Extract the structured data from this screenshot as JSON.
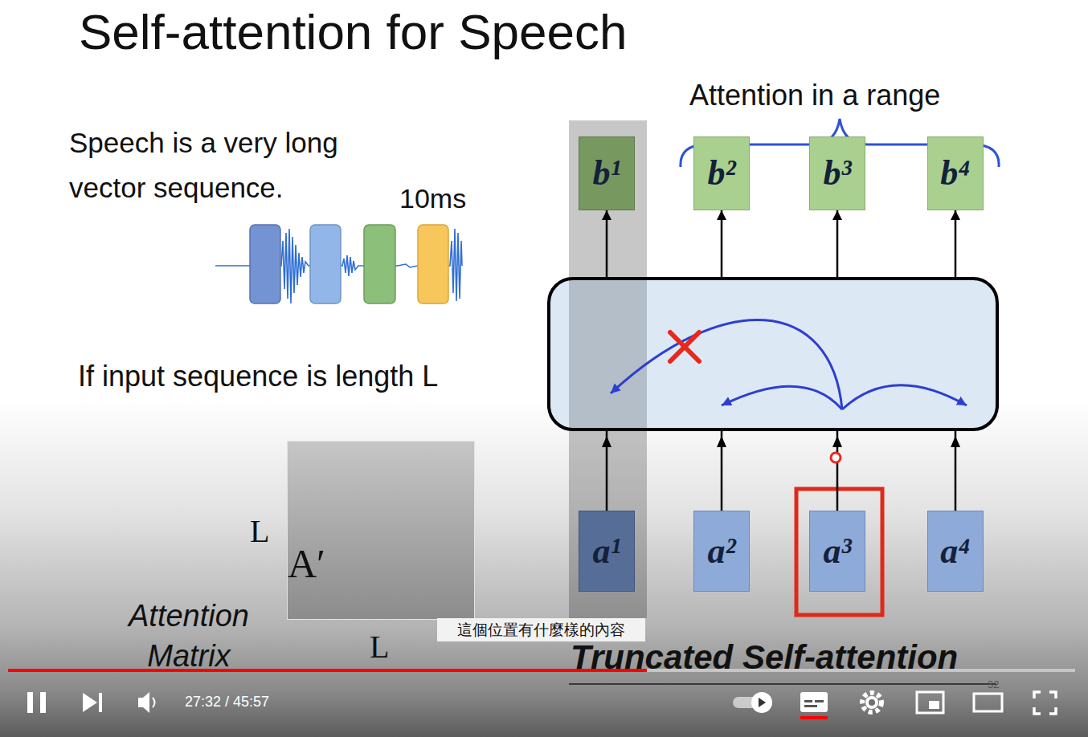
{
  "diagram": {
    "title": "Self-attention for Speech",
    "nodes": [
      {
        "text": [
          "b¹"
        ]
      },
      {
        "text": [
          "b²"
        ]
      },
      {
        "text": [
          "b³"
        ]
      },
      {
        "text": [
          "b⁴"
        ]
      },
      {
        "text": [
          "A′"
        ]
      },
      {
        "text": [
          "a¹"
        ]
      },
      {
        "text": [
          "a²"
        ]
      },
      {
        "text": [
          "a³"
        ]
      },
      {
        "text": [
          "a⁴"
        ]
      },
      {
        "text": [
          "這個位置有什麼樣的內容"
        ]
      }
    ],
    "edges": [
      {
        "from": 5,
        "to": 0,
        "arrow": "to"
      },
      {
        "from": 6,
        "to": 1,
        "arrow": "to"
      },
      {
        "from": 7,
        "to": 2,
        "arrow": "to"
      },
      {
        "from": 8,
        "to": 3,
        "arrow": "to"
      }
    ],
    "labels": [
      "Speech is a very long vector sequence.",
      "10ms",
      "Attention in a range",
      "If input sequence is length L",
      "L",
      "Attention Matrix",
      "L",
      "Truncated Self-attention",
      "27:32 / 45:57",
      "32"
    ]
  }
}
